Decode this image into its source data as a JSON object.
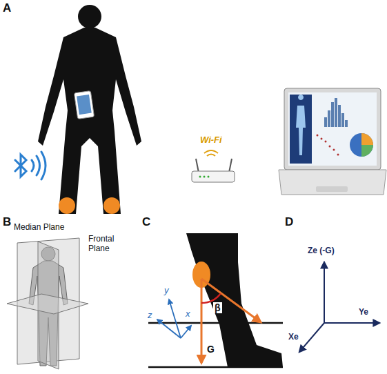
{
  "diagram": {
    "labels": [
      "A",
      "Wi-Fi",
      "B",
      "Median Plane",
      "Frontal Plane",
      "C",
      "y",
      "z",
      "x",
      "β",
      "G",
      "D",
      "Ze (-G)",
      "Ye",
      "Xe"
    ]
  }
}
